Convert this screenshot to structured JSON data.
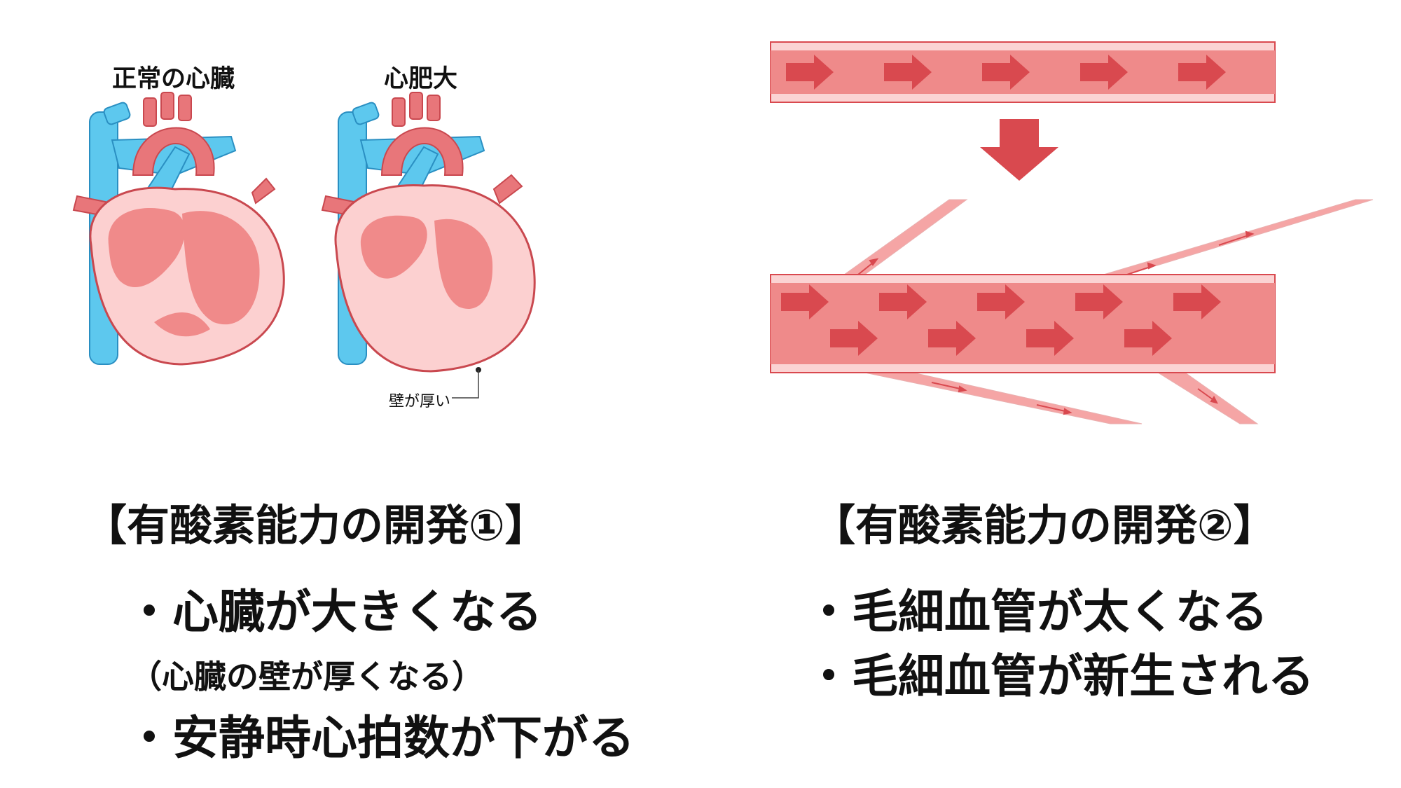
{
  "hearts": {
    "normal_title": "正常の心臓",
    "hypertrophy_title": "心肥大",
    "wall_label": "壁が厚い"
  },
  "left": {
    "title": "【有酸素能力の開発①】",
    "bullet1": "・心臓が大きくなる",
    "note": "（心臓の壁が厚くなる）",
    "bullet2": "・安静時心拍数が下がる"
  },
  "right": {
    "title": "【有酸素能力の開発②】",
    "bullet1": "・毛細血管が太くなる",
    "bullet2": "・毛細血管が新生される"
  },
  "colors": {
    "vessel_fill": "#ef8a8a",
    "vessel_light": "#fbd3d3",
    "arrow": "#d9494f",
    "heart_outer": "#fcd0d0",
    "heart_inner": "#f08a8a",
    "vein_blue": "#5dc8ee",
    "artery_red": "#e8767a"
  }
}
